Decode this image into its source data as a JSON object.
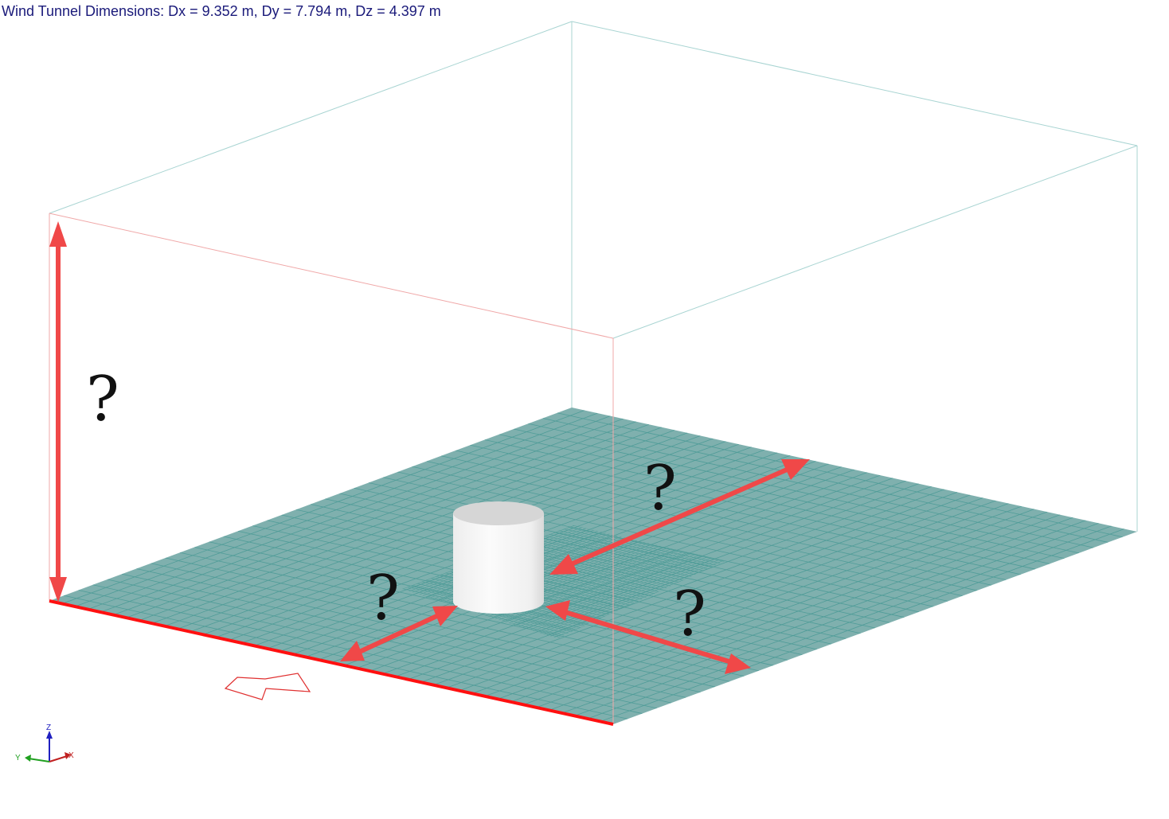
{
  "header": {
    "title": "Wind Tunnel Dimensions: Dx = 9.352 m, Dy = 7.794 m, Dz = 4.397 m"
  },
  "annotations": {
    "height": "?",
    "downstream": "?",
    "upstream": "?",
    "lateral": "?"
  },
  "axes": {
    "x": "X",
    "y": "Y",
    "z": "Z"
  },
  "colors": {
    "floor": "#7fb0ae",
    "mesh": "#4f9c98",
    "box_edge": "#a8d4d2",
    "box_edge_front": "#f0a8a8",
    "highlight": "#f04848",
    "bottom_edge": "#ff1010",
    "axis_x": "#c02020",
    "axis_y": "#20a020",
    "axis_z": "#2020c0",
    "text": "#1a1a7a"
  }
}
